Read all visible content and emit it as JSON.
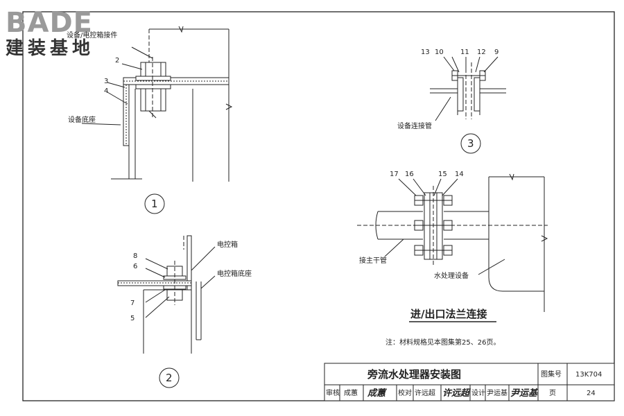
{
  "watermark": {
    "brand": "BADE",
    "subtitle": "建装基地"
  },
  "detail1": {
    "top_note": "设备/电控箱接件",
    "labels": {
      "base": "设备底座"
    },
    "parts": [
      "2",
      "3",
      "4"
    ],
    "circle": "1"
  },
  "detail2": {
    "labels": {
      "box": "电控箱",
      "box_base": "电控箱底座"
    },
    "parts": [
      "8",
      "6",
      "7",
      "5"
    ],
    "circle": "2"
  },
  "detail3": {
    "labels": {
      "pipe": "设备连接管"
    },
    "parts": [
      "13",
      "10",
      "11",
      "12",
      "9"
    ],
    "circle": "3"
  },
  "detail4": {
    "labels": {
      "main_pipe": "接主干管",
      "equipment": "水处理设备"
    },
    "parts": [
      "17",
      "16",
      "15",
      "14"
    ],
    "title": "进/出口法兰连接"
  },
  "note": "注：材料规格见本图集第25、26页。",
  "title_block": {
    "drawing_title": "旁流水处理器安装图",
    "atlas_label": "图集号",
    "atlas_value": "13K704",
    "review": "审核",
    "reviewer": "成蕙",
    "reviewer_sig": "成蕙",
    "check": "校对",
    "checker": "许远超",
    "checker_sig": "许远超",
    "design": "设计",
    "designer": "尹运基",
    "designer_sig": "尹运基",
    "page_label": "页",
    "page_value": "24"
  }
}
